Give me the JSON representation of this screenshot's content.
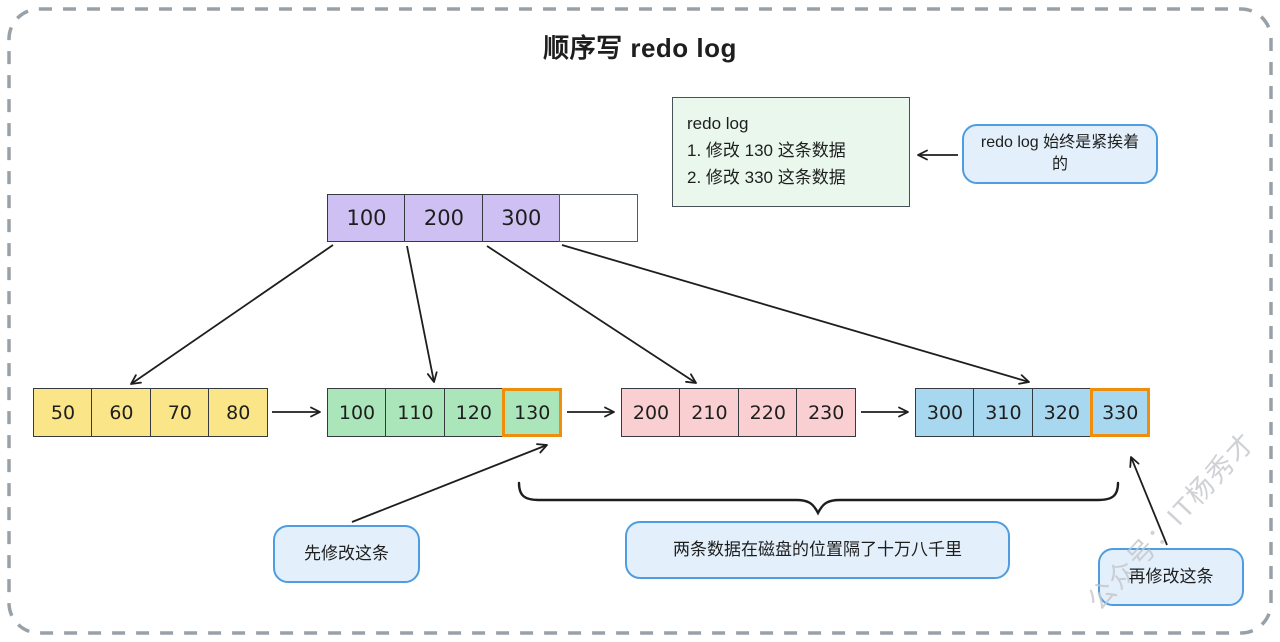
{
  "title": "顺序写 redo log",
  "note_box": {
    "line1": "redo log",
    "line2": "1. 修改 130 这条数据",
    "line3": "2. 修改 330 这条数据"
  },
  "callouts": {
    "adjacent": "redo log 始终是紧挨着的",
    "first_modify": "先修改这条",
    "distance": "两条数据在磁盘的位置隔了十万八千里",
    "second_modify": "再修改这条"
  },
  "btree": {
    "root": {
      "cells": [
        "100",
        "200",
        "300",
        ""
      ]
    },
    "leaf_yellow": {
      "cells": [
        "50",
        "60",
        "70",
        "80"
      ]
    },
    "leaf_green": {
      "cells": [
        "100",
        "110",
        "120",
        "130"
      ],
      "highlighted_value": "130"
    },
    "leaf_pink": {
      "cells": [
        "200",
        "210",
        "220",
        "230"
      ]
    },
    "leaf_blue": {
      "cells": [
        "300",
        "310",
        "320",
        "330"
      ],
      "highlighted_value": "330"
    }
  },
  "colors": {
    "root_fill": "#cfc0f3",
    "yellow_fill": "#fae588",
    "green_fill": "#abe6bb",
    "pink_fill": "#f9cfd2",
    "blue_fill": "#a8d8f0",
    "highlight_border": "#ef8d0c",
    "callout_fill": "#e3f0fb",
    "callout_border": "#4e9de0",
    "note_fill": "#e9f7ec",
    "stroke": "#1e1e1e"
  },
  "watermark": "公众号：IT杨秀才"
}
